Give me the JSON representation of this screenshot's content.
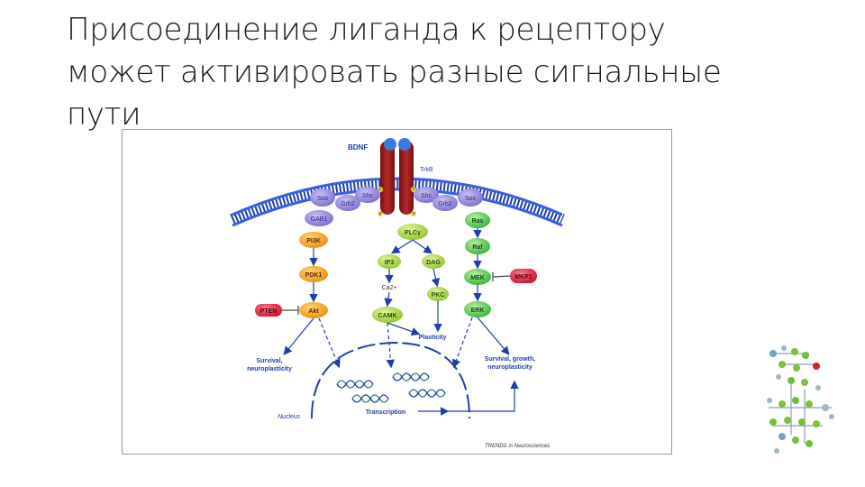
{
  "slide": {
    "title_lines": [
      "Присоединение лиганда к рецептору",
      "может активировать разные сигнальные",
      "пути"
    ]
  },
  "figure": {
    "ligand": "BDNF",
    "receptor": "TrkB",
    "left_branch": {
      "adaptors": [
        "Sos",
        "Grb2",
        "Shc",
        "GAB1"
      ],
      "steps": [
        "PI3K",
        "PDK1",
        "Akt"
      ],
      "inhibitor": "PTEN",
      "outcome": "Survival,\nneuroplasticity"
    },
    "middle_branch": {
      "enzyme": "PLCγ",
      "second_messengers": [
        "IP3",
        "DAG"
      ],
      "ion": "Ca2+",
      "kinases": [
        "CAMK",
        "PKC"
      ],
      "outcome": "Plasticity"
    },
    "right_branch": {
      "adaptors": [
        "Shc",
        "Grb2",
        "Sos"
      ],
      "steps": [
        "Ras",
        "Raf",
        "MEK",
        "ERK"
      ],
      "phosphatase": "MKP1",
      "outcome": "Survival, growth,\nneuroplasticity"
    },
    "phospho_label": "P",
    "nucleus_label": "Nucleus",
    "transcription_label": "Transcription",
    "credit": "TRENDS in Neurosciences",
    "colors": {
      "membrane": "#2a4fd0",
      "receptor": "#9b1b1b",
      "ligand": "#3c7bdc",
      "adaptor": "#8c7fd8",
      "pi3k_path": "#f4a41c",
      "plc_path": "#a6d23a",
      "ras_path": "#4cc84a",
      "inhibitor": "#e0203a",
      "arrow": "#1f3fa8"
    }
  }
}
